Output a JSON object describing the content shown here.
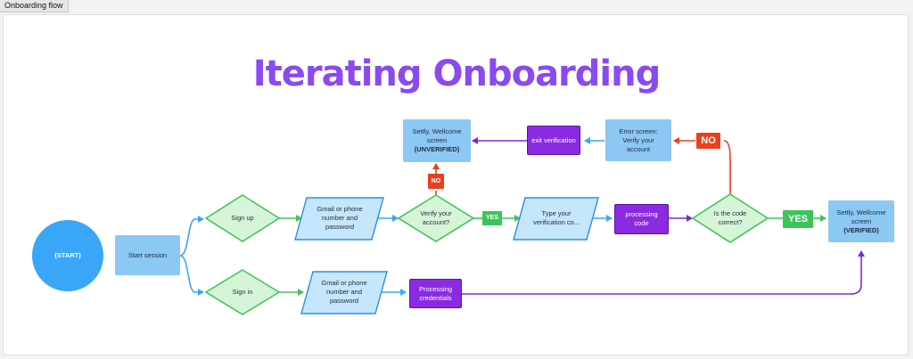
{
  "tab_label": "Onboarding flow",
  "title": "Iterating Onboarding",
  "colors": {
    "title": "#8a4af0",
    "start_circle": "#3aa6f7",
    "blue_box": "#8cc8f4",
    "parallelogram": "#c5e6fb",
    "parallelogram_stroke": "#2b8fe0",
    "diamond_fill": "#d6f5d8",
    "diamond_stroke": "#44c35b",
    "purple": "#8a2be2",
    "red": "#e8401e",
    "green": "#3cc45a",
    "arrow_blue": "#3aa6f7",
    "arrow_green": "#44c35b",
    "arrow_purple": "#7a2ad6",
    "arrow_red": "#e8401e"
  },
  "nodes": {
    "start": "(START)",
    "start_session": "Start session",
    "sign_up": "Sign up",
    "sign_in": "Sign in",
    "gmail_up": [
      "Gmail or phone",
      "number and",
      "password"
    ],
    "gmail_in": [
      "Gmail or phone",
      "number and",
      "password"
    ],
    "verify_account": [
      "Verify your",
      "account?"
    ],
    "type_code": [
      "Type your",
      "verification co..."
    ],
    "processing_code": [
      "processing",
      "code"
    ],
    "is_code_correct": [
      "Is the code",
      "correct?"
    ],
    "verified_screen": [
      "Settly, Wellcome",
      "screen",
      "(VERIFIED)"
    ],
    "unverified_screen": [
      "Settly, Wellcome",
      "screen",
      "(UNVERIFIED)"
    ],
    "exit_verification": "exit verification",
    "error_screen": [
      "Error screen:",
      "Verify your",
      "account"
    ],
    "processing_credentials": [
      "Processing",
      "credentials"
    ]
  },
  "labels": {
    "no_small": "NO",
    "yes_small": "YES",
    "no_big": "NO",
    "yes_big": "YES"
  }
}
